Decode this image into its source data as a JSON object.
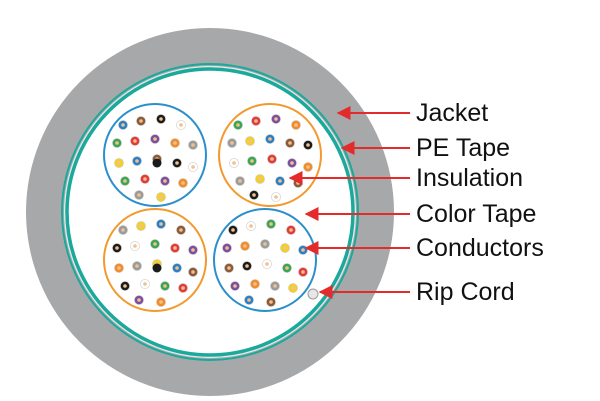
{
  "callouts": [
    {
      "key": "jacket",
      "label": "Jacket"
    },
    {
      "key": "pe_tape",
      "label": "PE Tape"
    },
    {
      "key": "insulation",
      "label": "Insulation"
    },
    {
      "key": "color_tape",
      "label": "Color Tape"
    },
    {
      "key": "conductors",
      "label": "Conductors"
    },
    {
      "key": "rip_cord",
      "label": "Rip Cord"
    }
  ],
  "colors": {
    "jacket": "#a7a8aa",
    "jacket_inner": "#e9e9ea",
    "pe_tape": "#1aa99b",
    "arrow": "#e32b2b",
    "unit_blue": "#2b8fcc",
    "unit_orange": "#f29a2e",
    "rip_cord": "#e6e6e6"
  },
  "units": [
    {
      "name": "top-left",
      "ring": "unit_blue"
    },
    {
      "name": "top-right",
      "ring": "unit_orange"
    },
    {
      "name": "bottom-left",
      "ring": "unit_orange"
    },
    {
      "name": "bottom-right",
      "ring": "unit_blue"
    }
  ],
  "conductor_palette": [
    "#2b7fc4",
    "#f28c28",
    "#3aa655",
    "#8a5a3b",
    "#9a9b9d",
    "#e33b3b",
    "#1b1b1b",
    "#f2d024",
    "#7b4fa0",
    "#ffffff"
  ]
}
